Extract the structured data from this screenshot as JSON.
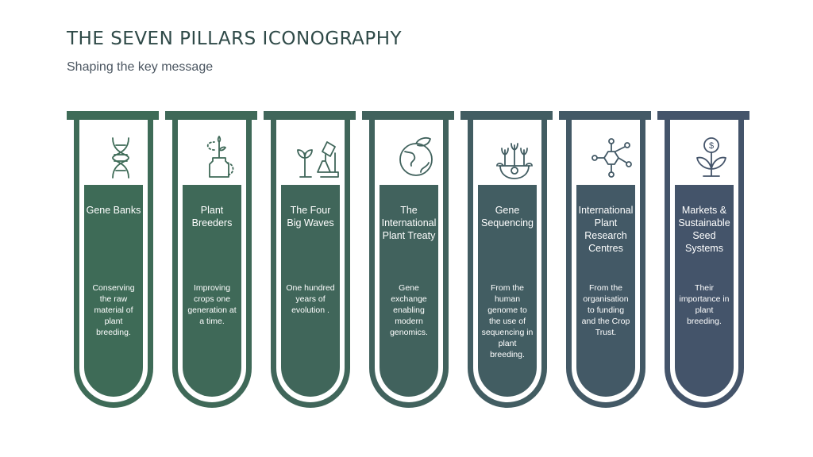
{
  "header": {
    "title": "THE SEVEN PILLARS ICONOGRAPHY",
    "subtitle": "Shaping the key message"
  },
  "pillars": [
    {
      "name": "Gene Banks",
      "desc": "Conserving the raw material of plant breeding.",
      "icon": "dna-icon",
      "color": "#3e6b57"
    },
    {
      "name": "Plant Breeders",
      "desc": "Improving crops one generation at a time.",
      "icon": "plant-jar-icon",
      "color": "#3f6958"
    },
    {
      "name": "The Four Big Waves",
      "desc": "One hundred years of evolution .",
      "icon": "lab-plant-microscope-icon",
      "color": "#40665a"
    },
    {
      "name": "The International Plant Treaty",
      "desc": "Gene exchange enabling modern genomics.",
      "icon": "globe-leaf-icon",
      "color": "#41625d"
    },
    {
      "name": "Gene Sequencing",
      "desc": "From the human genome to the use of sequencing in plant breeding.",
      "icon": "crops-gear-icon",
      "color": "#425d62"
    },
    {
      "name": "International Plant Research Centres",
      "desc": "From the organisation to funding and the Crop Trust.",
      "icon": "molecule-network-icon",
      "color": "#435966"
    },
    {
      "name": "Markets & Sustainable Seed Systems",
      "desc": "Their importance in plant breeding.",
      "icon": "money-plant-icon",
      "color": "#44546a"
    }
  ]
}
